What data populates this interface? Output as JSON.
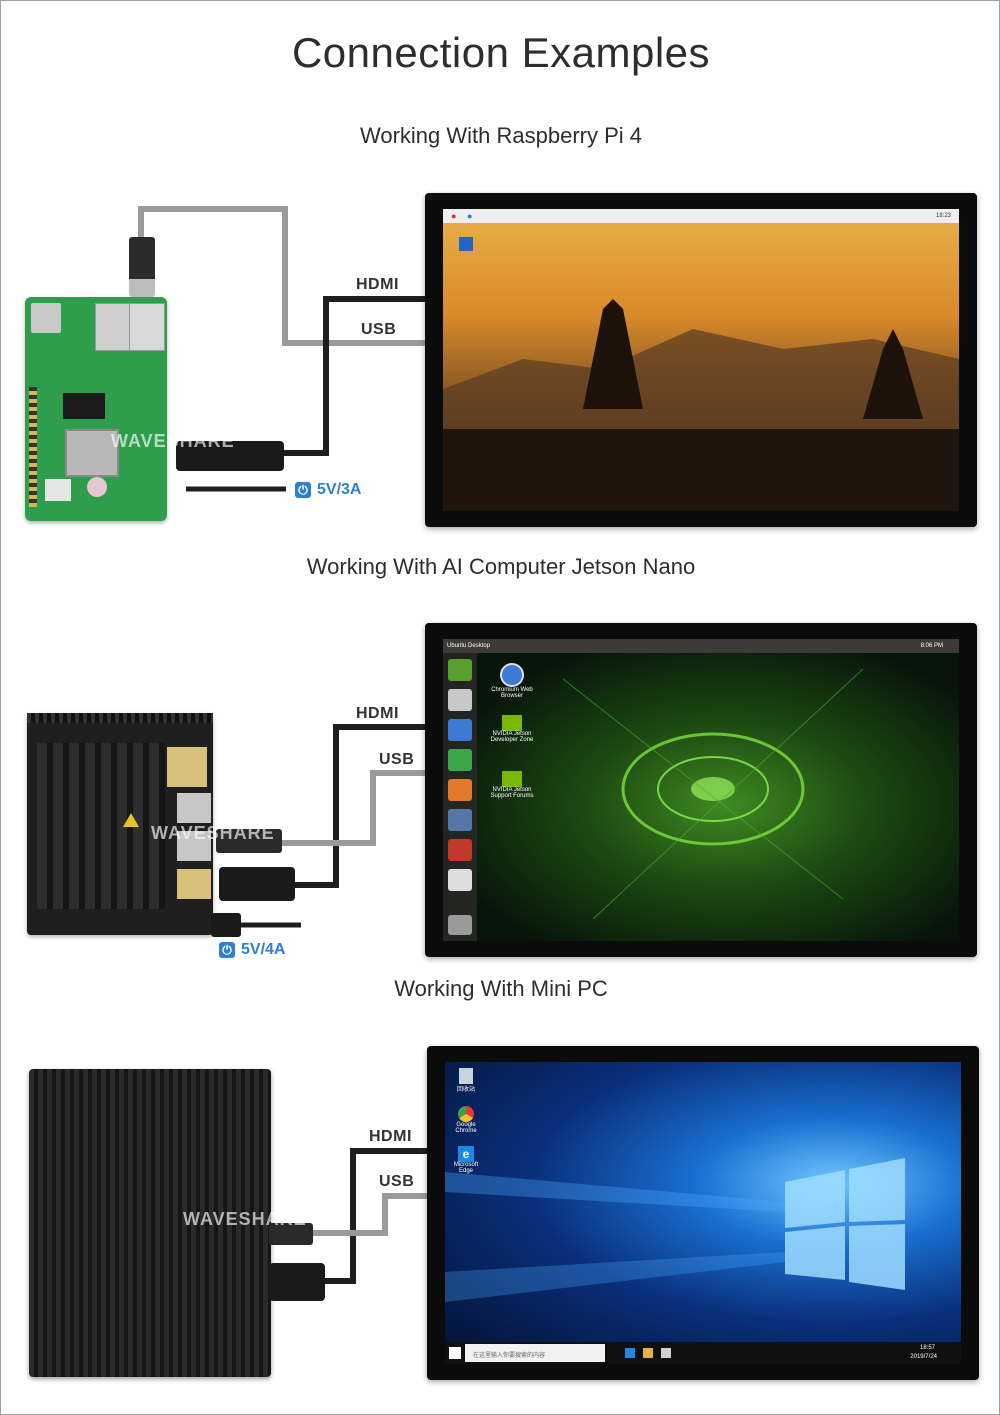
{
  "page": {
    "title": "Connection Examples",
    "watermark": "WAVESHARE"
  },
  "sections": [
    {
      "title": "Working With Raspberry Pi 4",
      "cable_top": "HDMI",
      "cable_bottom": "USB",
      "power": "5V/3A",
      "taskbar_time": "18:23"
    },
    {
      "title": "Working With AI Computer Jetson Nano",
      "cable_top": "HDMI",
      "cable_bottom": "USB",
      "power": "5V/4A",
      "desktop_title": "Ubuntu Desktop",
      "top_time": "8:06 PM",
      "icons": [
        "Chromium Web Browser",
        "NVIDIA Jetson Developer Zone",
        "NVIDIA Jetson Support Forums"
      ]
    },
    {
      "title": "Working With Mini PC",
      "cable_top": "HDMI",
      "cable_bottom": "USB",
      "icons": [
        "回收站",
        "Google Chrome",
        "Microsoft Edge"
      ],
      "search_placeholder": "在这里输入你要搜索的内容",
      "task_time": "18:57",
      "task_date": "2019/7/24"
    }
  ],
  "colors": {
    "power_blue": "#2f7fd6",
    "cable_dark": "#1e1e1e",
    "cable_grey": "#9a9a9a"
  }
}
